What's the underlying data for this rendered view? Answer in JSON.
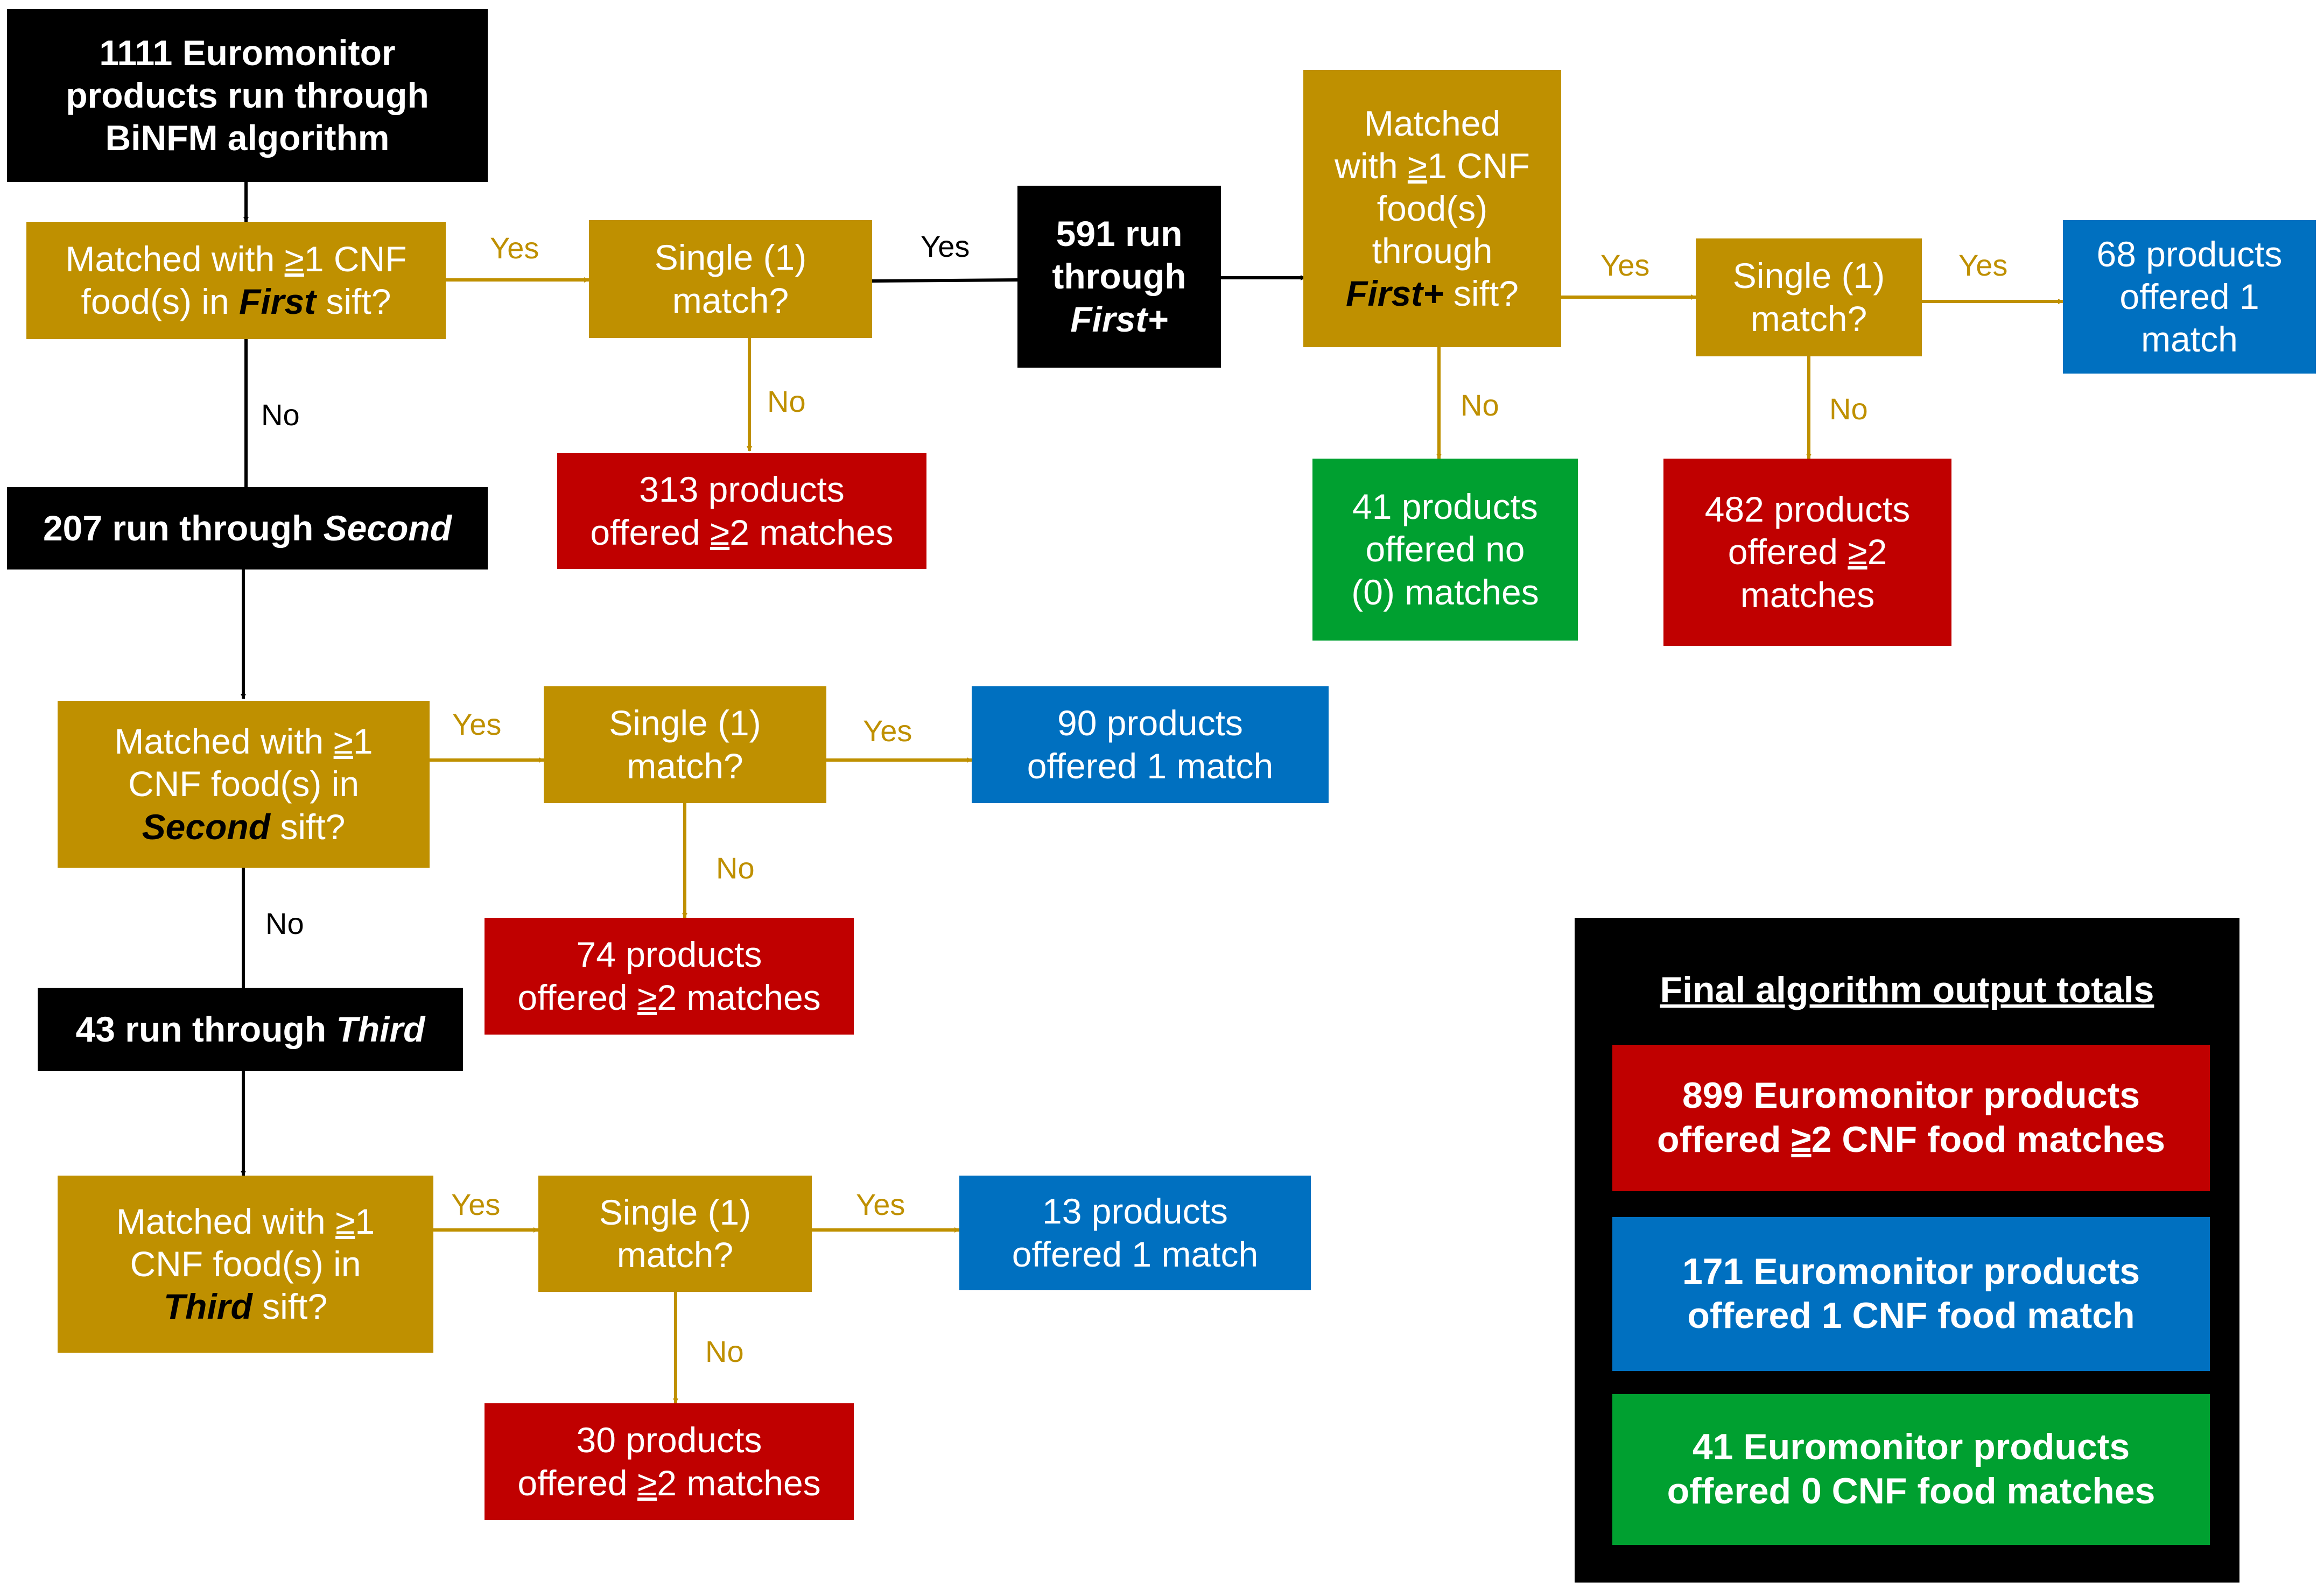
{
  "nodes": {
    "start": [
      "1111 Euromonitor",
      "products run through",
      "BiNFM algorithm"
    ],
    "first_q": [
      "Matched with ",
      "≥",
      "1 CNF",
      "food(s) in ",
      "First",
      " sift?"
    ],
    "first_single": [
      "Single (1)",
      "match?"
    ],
    "first_313": [
      "313 products",
      "offered ",
      "≥",
      "2 matches"
    ],
    "run_first_plus": [
      "591 run",
      "through",
      "First+"
    ],
    "firstplus_q": [
      "Matched",
      "with ",
      "≥",
      "1 CNF",
      "food(s)",
      "through",
      "First+",
      " sift?"
    ],
    "firstplus_41": [
      "41 products",
      "offered no",
      "(0) matches"
    ],
    "firstplus_single": [
      "Single (1)",
      "match?"
    ],
    "firstplus_482": [
      "482 products",
      "offered ",
      "≥",
      "2",
      "matches"
    ],
    "firstplus_68": [
      "68 products",
      "offered 1",
      "match"
    ],
    "run_second": [
      "207 run through ",
      "Second"
    ],
    "second_q": [
      "Matched with ",
      "≥",
      "1",
      "CNF food(s) in",
      "Second",
      " sift?"
    ],
    "second_single": [
      "Single (1)",
      "match?"
    ],
    "second_90": [
      "90 products",
      "offered 1 match"
    ],
    "second_74": [
      "74 products",
      "offered ",
      "≥",
      "2 matches"
    ],
    "run_third": [
      "43 run through ",
      "Third"
    ],
    "third_q": [
      "Matched with ",
      "≥",
      "1",
      "CNF food(s) in",
      "Third",
      " sift?"
    ],
    "third_single": [
      "Single (1)",
      "match?"
    ],
    "third_13": [
      "13 products",
      "offered 1 match"
    ],
    "third_30": [
      "30 products",
      "offered ",
      "≥",
      "2 matches"
    ]
  },
  "edge_labels": {
    "yes": "Yes",
    "no": "No"
  },
  "legend": {
    "title": "Final algorithm output totals",
    "red": [
      "899 Euromonitor products",
      "offered ",
      "≥",
      "2 CNF food matches"
    ],
    "blue": [
      "171 Euromonitor products",
      "offered 1 CNF food match"
    ],
    "green": [
      "41 Euromonitor products",
      "offered 0 CNF food matches"
    ]
  },
  "colors": {
    "black": "#000000",
    "gold": "#BF9000",
    "red": "#C00000",
    "blue": "#0070C0",
    "green": "#00A030"
  }
}
